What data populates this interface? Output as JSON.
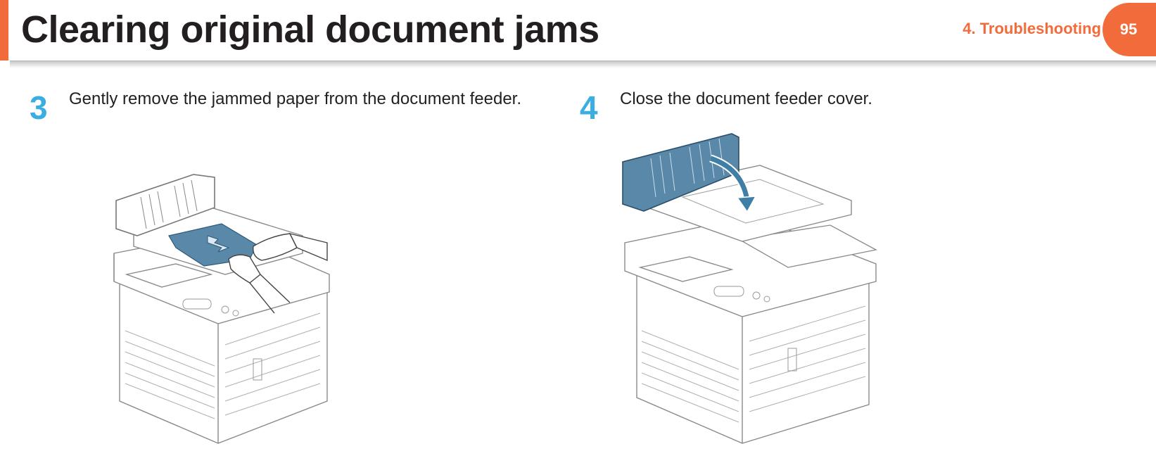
{
  "header": {
    "title": "Clearing original document jams",
    "chapter": "4.  Troubleshooting",
    "page_number": "95"
  },
  "steps": [
    {
      "number": "3",
      "text": "Gently remove the jammed paper from the document feeder."
    },
    {
      "number": "4",
      "text": "Close the document feeder cover."
    }
  ],
  "colors": {
    "accent": "#f26b3a",
    "step_number": "#3aaee0",
    "highlight_part": "#5a88a8"
  }
}
